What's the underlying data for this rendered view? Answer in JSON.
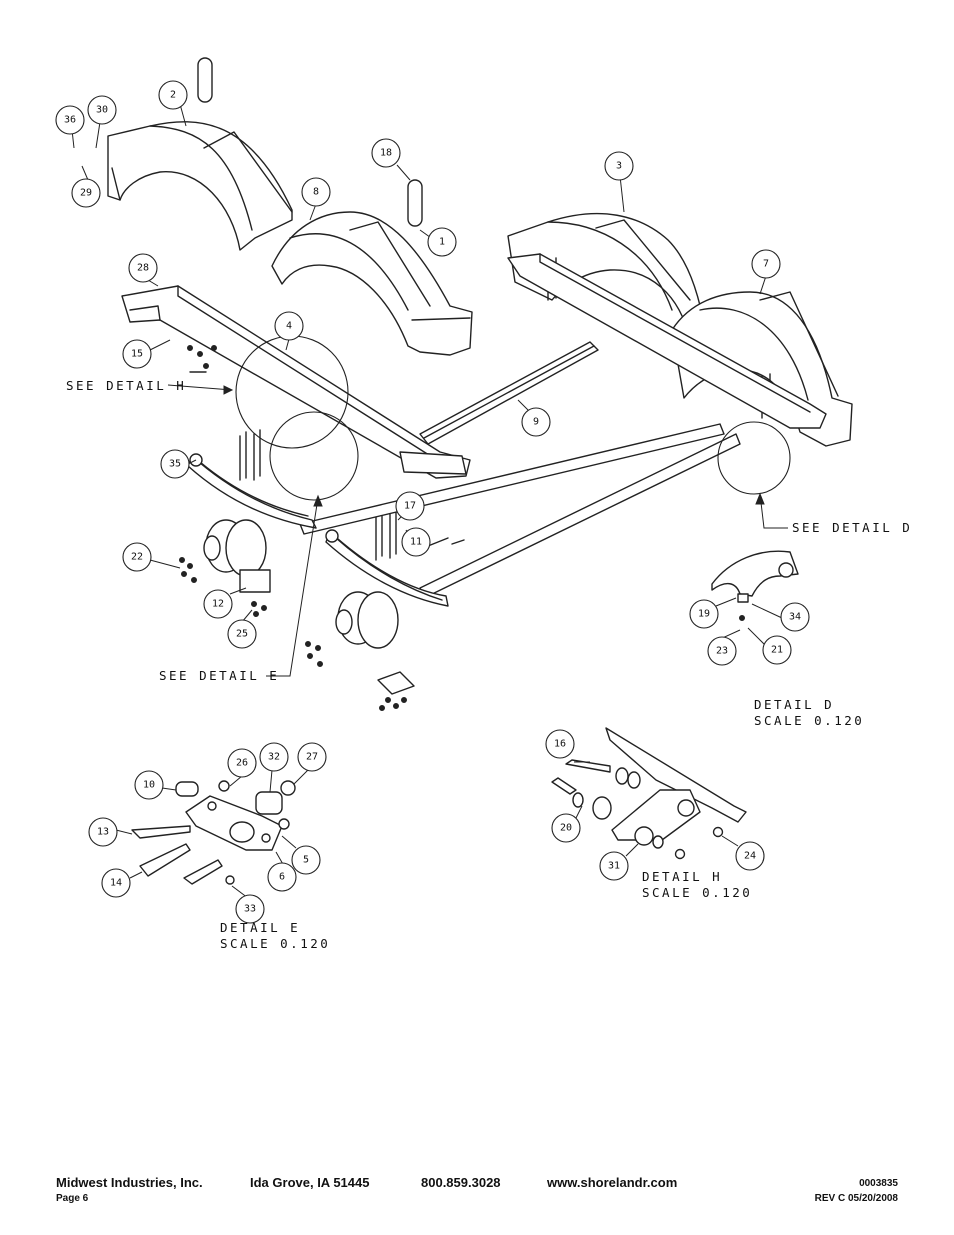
{
  "callouts": [
    {
      "n": "1"
    },
    {
      "n": "2"
    },
    {
      "n": "3"
    },
    {
      "n": "4"
    },
    {
      "n": "5"
    },
    {
      "n": "6"
    },
    {
      "n": "7"
    },
    {
      "n": "8"
    },
    {
      "n": "9"
    },
    {
      "n": "10"
    },
    {
      "n": "11"
    },
    {
      "n": "12"
    },
    {
      "n": "13"
    },
    {
      "n": "14"
    },
    {
      "n": "15"
    },
    {
      "n": "16"
    },
    {
      "n": "17"
    },
    {
      "n": "18"
    },
    {
      "n": "19"
    },
    {
      "n": "20"
    },
    {
      "n": "21"
    },
    {
      "n": "22"
    },
    {
      "n": "23"
    },
    {
      "n": "24"
    },
    {
      "n": "25"
    },
    {
      "n": "26"
    },
    {
      "n": "27"
    },
    {
      "n": "28"
    },
    {
      "n": "29"
    },
    {
      "n": "30"
    },
    {
      "n": "31"
    },
    {
      "n": "32"
    },
    {
      "n": "33"
    },
    {
      "n": "34"
    },
    {
      "n": "35"
    },
    {
      "n": "36"
    }
  ],
  "notes": {
    "see_detail_h": "SEE DETAIL  H",
    "see_detail_d": "SEE DETAIL  D",
    "see_detail_e": "SEE DETAIL  E",
    "detail_d_title": "DETAIL  D",
    "detail_d_scale": "SCALE  0.120",
    "detail_e_title": "DETAIL  E",
    "detail_e_scale": "SCALE  0.120",
    "detail_h_title": "DETAIL  H",
    "detail_h_scale": "SCALE  0.120"
  },
  "footer": {
    "company": "Midwest Industries, Inc.",
    "location": "Ida Grove, IA  51445",
    "phone": "800.859.3028",
    "website": "www.shorelandr.com",
    "doc_number": "0003835",
    "page": "Page 6",
    "revision": "REV C  05/20/2008"
  }
}
